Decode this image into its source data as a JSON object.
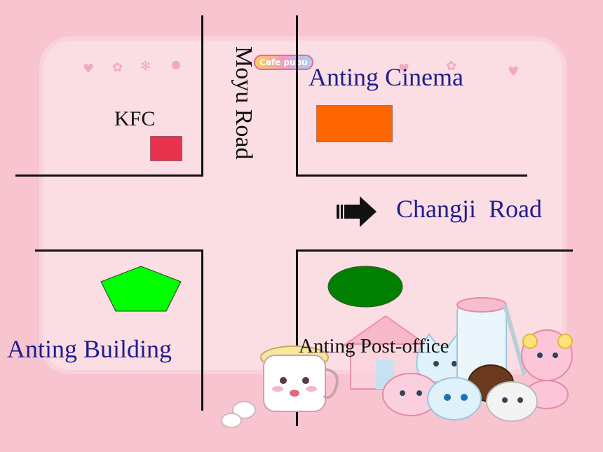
{
  "map": {
    "logo_text": "Cafe pupu",
    "roads": {
      "vertical": "Moyu Road",
      "horizontal": "Changji  Road"
    },
    "places": {
      "kfc": "KFC",
      "cinema": "Anting Cinema",
      "building": "Anting Building",
      "post_office": "Anting Post-office"
    },
    "colors": {
      "kfc": "#e8334d",
      "cinema": "#ff6600",
      "building": "#00ff00",
      "post_office": "#008000",
      "background": "#f8c4d0",
      "label_blue": "#1f1f8a"
    },
    "direction_arrow": "right-arrow-icon"
  }
}
